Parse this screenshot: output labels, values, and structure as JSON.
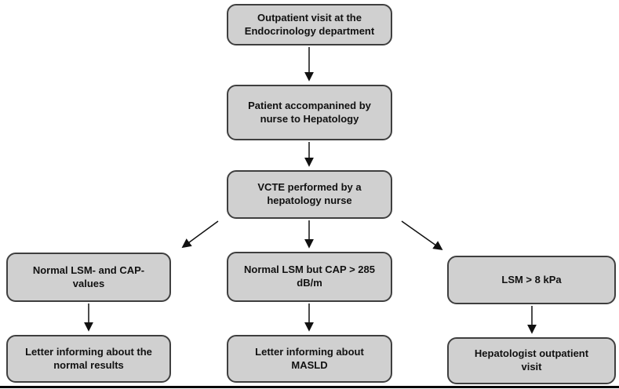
{
  "figure": {
    "type": "flowchart",
    "colors": {
      "background": "#ffffff",
      "node_fill": "#d0d0d0",
      "node_border": "#3f3f3f",
      "node_text": "#111111",
      "arrow": "#111111",
      "bottom_rule": "#000000"
    },
    "nodes": [
      {
        "id": "outpatient-endocrinology",
        "label": "Outpatient visit at the Endocrinology department"
      },
      {
        "id": "nurse-to-hepatology",
        "label": "Patient accompanined by nurse to Hepatology"
      },
      {
        "id": "vcte-exam",
        "label": "VCTE performed by a hepatology nurse"
      },
      {
        "id": "normal-lsm-cap",
        "label": "Normal LSM- and CAP-values"
      },
      {
        "id": "high-cap",
        "label": "Normal LSM but CAP > 285 dB/m"
      },
      {
        "id": "high-lsm",
        "label": "LSM > 8 kPa"
      },
      {
        "id": "letter-normal",
        "label": "Letter informing about the normal results"
      },
      {
        "id": "letter-masld",
        "label": "Letter informing about MASLD"
      },
      {
        "id": "hepatologist-visit",
        "label": "Hepatologist outpatient visit"
      }
    ],
    "connections": [
      {
        "from": "outpatient-endocrinology",
        "to": "nurse-to-hepatology"
      },
      {
        "from": "nurse-to-hepatology",
        "to": "vcte-exam"
      },
      {
        "from": "vcte-exam",
        "to": "normal-lsm-cap"
      },
      {
        "from": "vcte-exam",
        "to": "high-cap"
      },
      {
        "from": "vcte-exam",
        "to": "high-lsm"
      },
      {
        "from": "normal-lsm-cap",
        "to": "letter-normal"
      },
      {
        "from": "high-cap",
        "to": "letter-masld"
      },
      {
        "from": "high-lsm",
        "to": "hepatologist-visit"
      }
    ]
  }
}
